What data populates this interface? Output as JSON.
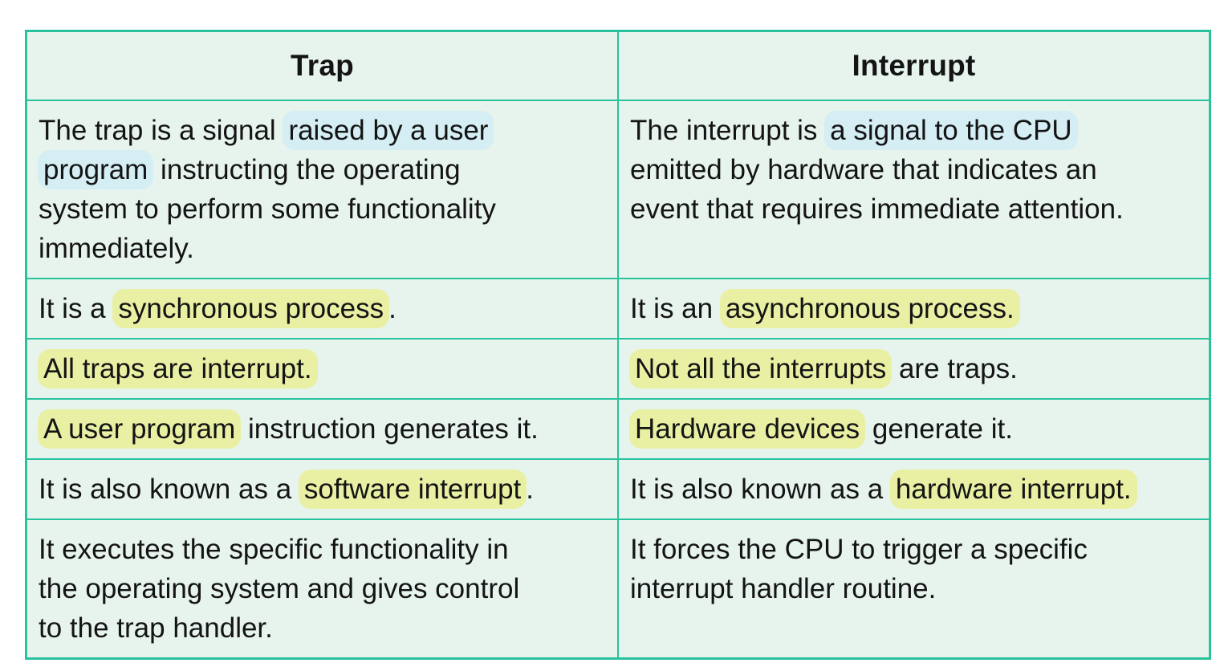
{
  "title": "Trap vs Interrupt comparison table",
  "colors": {
    "border": "#28c29c",
    "cell_bg": "#e7f4ed",
    "highlight_blue": "#d4eef4",
    "highlight_yellow": "#e9f0a4",
    "text": "#141414",
    "page_bg": "#ffffff"
  },
  "table": {
    "columns": [
      "Trap",
      "Interrupt"
    ],
    "rows": [
      {
        "cells": [
          {
            "segments": [
              {
                "text": "The trap is a signal "
              },
              {
                "text": "raised by a user\nprogram",
                "highlight": "blue"
              },
              {
                "text": " instructing the operating\nsystem to perform some functionality\nimmediately."
              }
            ]
          },
          {
            "segments": [
              {
                "text": "The interrupt is "
              },
              {
                "text": "a signal to the CPU",
                "highlight": "blue"
              },
              {
                "text": "\nemitted by hardware that indicates an\nevent that requires immediate attention."
              }
            ]
          }
        ]
      },
      {
        "cells": [
          {
            "segments": [
              {
                "text": "It is a "
              },
              {
                "text": "synchronous process",
                "highlight": "yellow"
              },
              {
                "text": "."
              }
            ]
          },
          {
            "segments": [
              {
                "text": "It is an "
              },
              {
                "text": "asynchronous process.",
                "highlight": "yellow"
              }
            ]
          }
        ]
      },
      {
        "cells": [
          {
            "segments": [
              {
                "text": "All traps are interrupt.",
                "highlight": "yellow"
              }
            ]
          },
          {
            "segments": [
              {
                "text": "Not all the interrupts",
                "highlight": "yellow"
              },
              {
                "text": " are traps."
              }
            ]
          }
        ]
      },
      {
        "cells": [
          {
            "segments": [
              {
                "text": "A user program",
                "highlight": "yellow"
              },
              {
                "text": " instruction generates it."
              }
            ]
          },
          {
            "segments": [
              {
                "text": "Hardware devices",
                "highlight": "yellow"
              },
              {
                "text": " generate it."
              }
            ]
          }
        ]
      },
      {
        "cells": [
          {
            "segments": [
              {
                "text": "It is also known as a "
              },
              {
                "text": "software interrupt",
                "highlight": "yellow"
              },
              {
                "text": "."
              }
            ]
          },
          {
            "segments": [
              {
                "text": "It is also known as a "
              },
              {
                "text": "hardware interrupt.",
                "highlight": "yellow"
              }
            ]
          }
        ]
      },
      {
        "cells": [
          {
            "segments": [
              {
                "text": "It executes the specific functionality in\nthe operating system and gives control\nto the trap handler."
              }
            ]
          },
          {
            "segments": [
              {
                "text": "It forces the CPU to trigger a specific\ninterrupt handler routine."
              }
            ]
          }
        ]
      }
    ]
  }
}
